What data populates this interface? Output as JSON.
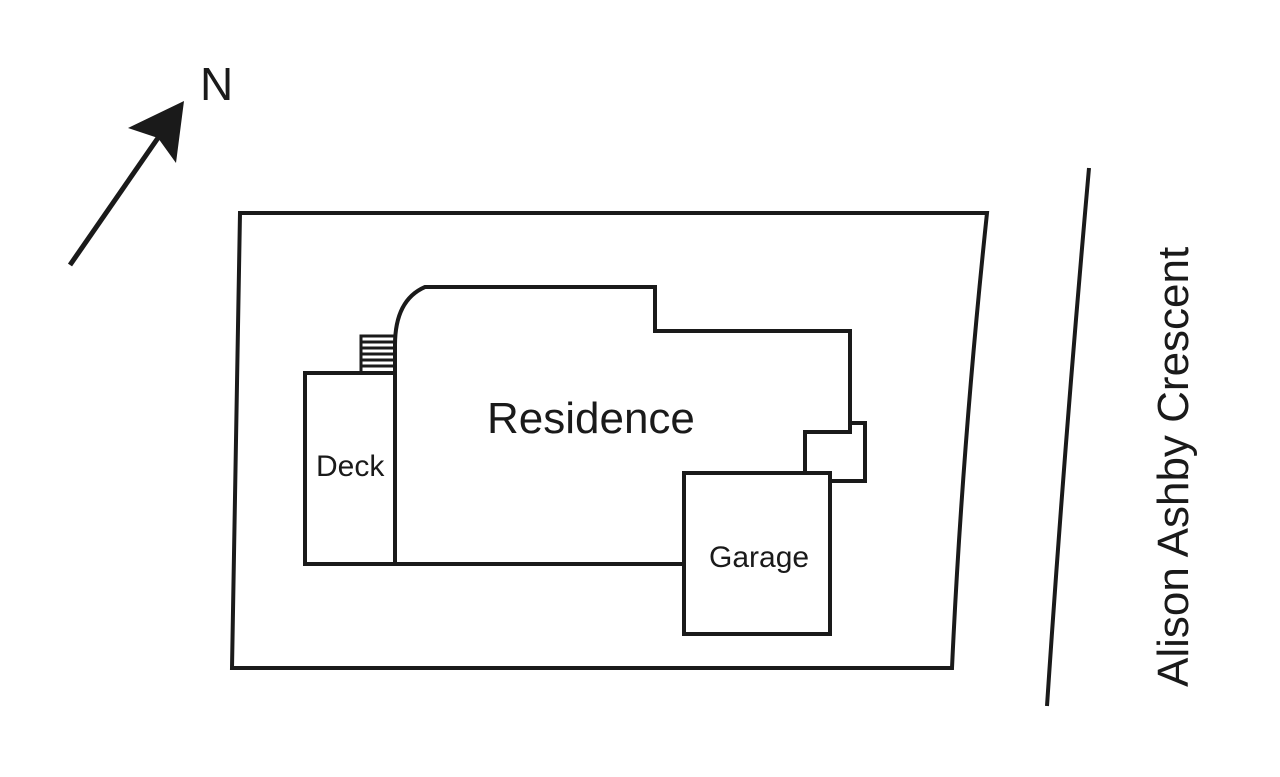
{
  "labels": {
    "north": "N",
    "residence": "Residence",
    "deck": "Deck",
    "garage": "Garage",
    "street": "Alison Ashby Crescent"
  },
  "icons": {
    "north_arrow": "north-arrow-icon"
  },
  "colors": {
    "line": "#1a1a1a",
    "background": "#ffffff"
  }
}
